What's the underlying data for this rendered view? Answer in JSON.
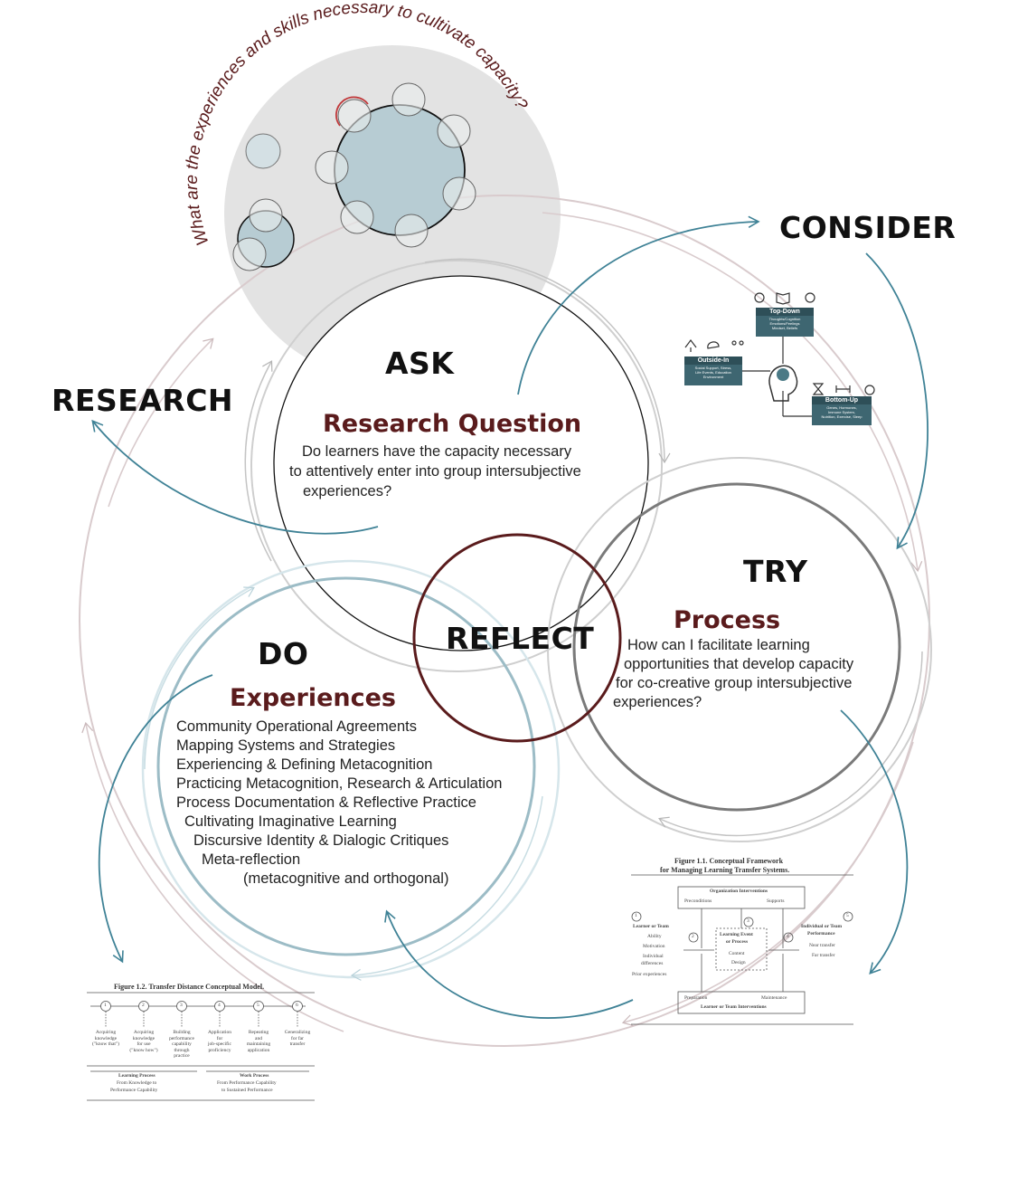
{
  "diagram": {
    "stages": {
      "consider": "CONSIDER",
      "research": "RESEARCH",
      "ask": "ASK",
      "try": "TRY",
      "do": "DO",
      "reflect": "REFLECT"
    },
    "top_question": "What are the experiences and skills necessary to cultivate capacity?",
    "ask": {
      "subtitle": "Research Question",
      "lines": [
        "Do learners have the capacity necessary",
        "to attentively enter into group intersubjective",
        "experiences?"
      ]
    },
    "try": {
      "subtitle": "Process",
      "lines": [
        "How can I facilitate learning",
        "opportunities that develop capacity",
        "for co-creative group intersubjective",
        "experiences?"
      ]
    },
    "do": {
      "subtitle": "Experiences",
      "items": [
        "Community Operational Agreements",
        "Mapping Systems and Strategies",
        "Experiencing & Defining Metacognition",
        "Practicing Metacognition, Research & Articulation",
        "Process Documentation & Reflective Practice",
        "Cultivating Imaginative Learning",
        "Discursive Identity & Dialogic Critiques",
        "Meta-reflection",
        "(metacognitive and orthogonal)"
      ]
    },
    "consider_figure": {
      "top_down": {
        "title": "Top-Down",
        "text": [
          "Thoughts/Cognition",
          "Emotions/Feelings",
          "Mindset, Beliefs"
        ]
      },
      "outside_in": {
        "title": "Outside-In",
        "text": [
          "Social Support, Stress,",
          "Life Events, Education",
          "Environment"
        ]
      },
      "bottom_up": {
        "title": "Bottom-Up",
        "text": [
          "Genes, Hormones,",
          "Immune System,",
          "Nutrition, Exercise, Sleep"
        ]
      }
    },
    "figure_1_1": {
      "title_line1": "Figure 1.1.  Conceptual Framework",
      "title_line2": "for Managing Learning Transfer Systems.",
      "org_interventions": "Organization Interventions",
      "preconditions": "Preconditions",
      "supports": "Supports",
      "learner_team": "Learner or Team",
      "ability": "Ability",
      "motivation": "Motivation",
      "individual": "Individual",
      "differences": "differences",
      "prior": "Prior experiences",
      "event_line1": "Learning Event",
      "event_line2": "or Process",
      "content": "Content",
      "design": "Design",
      "outcome_line1": "Individual or Team",
      "outcome_line2": "Performance",
      "near": "Near transfer",
      "far": "Far transfer",
      "preparation": "Preparation",
      "maintenance": "Maintenance",
      "learner_interventions": "Learner or Team Interventions",
      "n1": "1",
      "n2": "2",
      "n3": "3",
      "n4": "4",
      "n5": "5"
    },
    "figure_1_2": {
      "title": "Figure 1.2.  Transfer Distance Conceptual Model.",
      "steps": [
        {
          "num": "1",
          "lines": [
            "Acquiring",
            "knowledge",
            "(\"know that\")"
          ]
        },
        {
          "num": "2",
          "lines": [
            "Acquiring",
            "knowledge",
            "for use",
            "(\"know how\")"
          ]
        },
        {
          "num": "3",
          "lines": [
            "Building",
            "performance",
            "capability",
            "through",
            "practice"
          ]
        },
        {
          "num": "4",
          "lines": [
            "Application",
            "for",
            "job-specific",
            "proficiency"
          ]
        },
        {
          "num": "5",
          "lines": [
            "Repeating",
            "and",
            "maintaining",
            "application"
          ]
        },
        {
          "num": "6",
          "lines": [
            "Generalizing",
            "for far",
            "transfer"
          ]
        }
      ],
      "learning_process": "Learning Process",
      "learning_sub1": "From Knowledge to",
      "learning_sub2": "Performance Capability",
      "work_process": "Work Process",
      "work_sub1": "From Performance Capability",
      "work_sub2": "to Sustained Performance"
    }
  },
  "colors": {
    "teal": "#3f8296",
    "maroon": "#5a1b1c",
    "red_arc": "#c0393b",
    "gray_fill": "#e3e3e3",
    "node_fill": "#b7ccd3"
  }
}
